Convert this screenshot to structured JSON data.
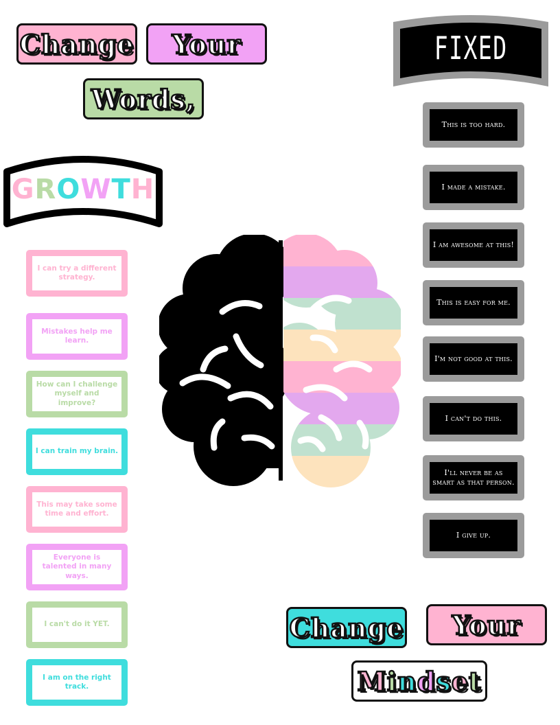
{
  "top_title": {
    "word1": "Change",
    "word2": "Your",
    "word3": "Words,"
  },
  "bottom_title": {
    "word1": "Change",
    "word2": "Your",
    "word3": "Mindset"
  },
  "growth": {
    "heading": "GROWTH",
    "cards": [
      {
        "text": "I can try a different strategy.",
        "color": "#ffb3d1"
      },
      {
        "text": "Mistakes help me learn.",
        "color": "#f2a2f5"
      },
      {
        "text": "How can I challenge myself and improve?",
        "color": "#b9dba6"
      },
      {
        "text": "I can train my brain.",
        "color": "#3fdddd"
      },
      {
        "text": "This may take some time and effort.",
        "color": "#ffb3d1"
      },
      {
        "text": "Everyone is talented in many ways.",
        "color": "#f2a2f5"
      },
      {
        "text": "I can't do it YET.",
        "color": "#b9dba6"
      },
      {
        "text": "I am on the right track.",
        "color": "#3fdddd"
      }
    ]
  },
  "fixed": {
    "heading": "FIXED",
    "cards": [
      "This is too hard.",
      "I made a mistake.",
      "I am awesome at this!",
      "This is easy for me.",
      "I'm not good at this.",
      "I can't do this.",
      "I'll never be as smart as that person.",
      "I give up."
    ]
  },
  "colors": {
    "pink": "#ffb3d1",
    "purple": "#f2a2f5",
    "green": "#b9dba6",
    "teal": "#3fdddd",
    "peach": "#fde3bd",
    "lavender": "#e3a8ee",
    "mint": "#c0e1cf",
    "gray": "#9b9b9b"
  },
  "icons": {
    "brain": "brain-icon"
  }
}
